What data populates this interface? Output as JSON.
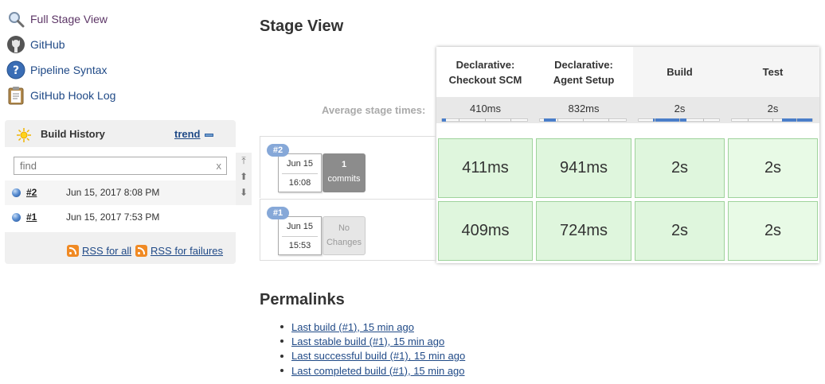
{
  "tasks": [
    {
      "label": "Full Stage View",
      "icon": "magnifier-icon"
    },
    {
      "label": "GitHub",
      "icon": "github-icon"
    },
    {
      "label": "Pipeline Syntax",
      "icon": "help-icon"
    },
    {
      "label": "GitHub Hook Log",
      "icon": "clipboard-icon"
    }
  ],
  "build_history": {
    "title": "Build History",
    "trend": "trend",
    "find_placeholder": "find",
    "clear": "x",
    "builds": [
      {
        "number": "#2",
        "date": "Jun 15, 2017 8:08 PM"
      },
      {
        "number": "#1",
        "date": "Jun 15, 2017 7:53 PM"
      }
    ],
    "rss_all": "RSS for all",
    "rss_failures": "RSS for failures"
  },
  "stage_view": {
    "title": "Stage View",
    "avg_label": "Average stage times:",
    "stages": [
      {
        "name_line1": "Declarative:",
        "name_line2": "Checkout SCM",
        "avg": "410ms",
        "avg_fraction": 0.05
      },
      {
        "name_line1": "Declarative:",
        "name_line2": "Agent Setup",
        "avg": "832ms",
        "avg_fraction": 0.14
      },
      {
        "name_line1": "Build",
        "name_line2": "",
        "avg": "2s",
        "avg_fraction": 0.42
      },
      {
        "name_line1": "Test",
        "name_line2": "",
        "avg": "2s",
        "avg_fraction": 0.38
      }
    ],
    "runs": [
      {
        "badge": "#2",
        "date": "Jun 15",
        "time": "16:08",
        "changes_line1": "1",
        "changes_line2": "commits",
        "durations": [
          "411ms",
          "941ms",
          "2s",
          "2s"
        ]
      },
      {
        "badge": "#1",
        "date": "Jun 15",
        "time": "15:53",
        "changes_line1": "No",
        "changes_line2": "Changes",
        "durations": [
          "409ms",
          "724ms",
          "2s",
          "2s"
        ]
      }
    ]
  },
  "permalinks": {
    "title": "Permalinks",
    "items": [
      "Last build (#1), 15 min ago",
      "Last stable build (#1), 15 min ago",
      "Last successful build (#1), 15 min ago",
      "Last completed build (#1), 15 min ago"
    ]
  },
  "colors": {
    "link": "#204a87",
    "success_cell": "#dff6dd",
    "badge": "#86a8d8",
    "bar": "#4a7ec9"
  }
}
